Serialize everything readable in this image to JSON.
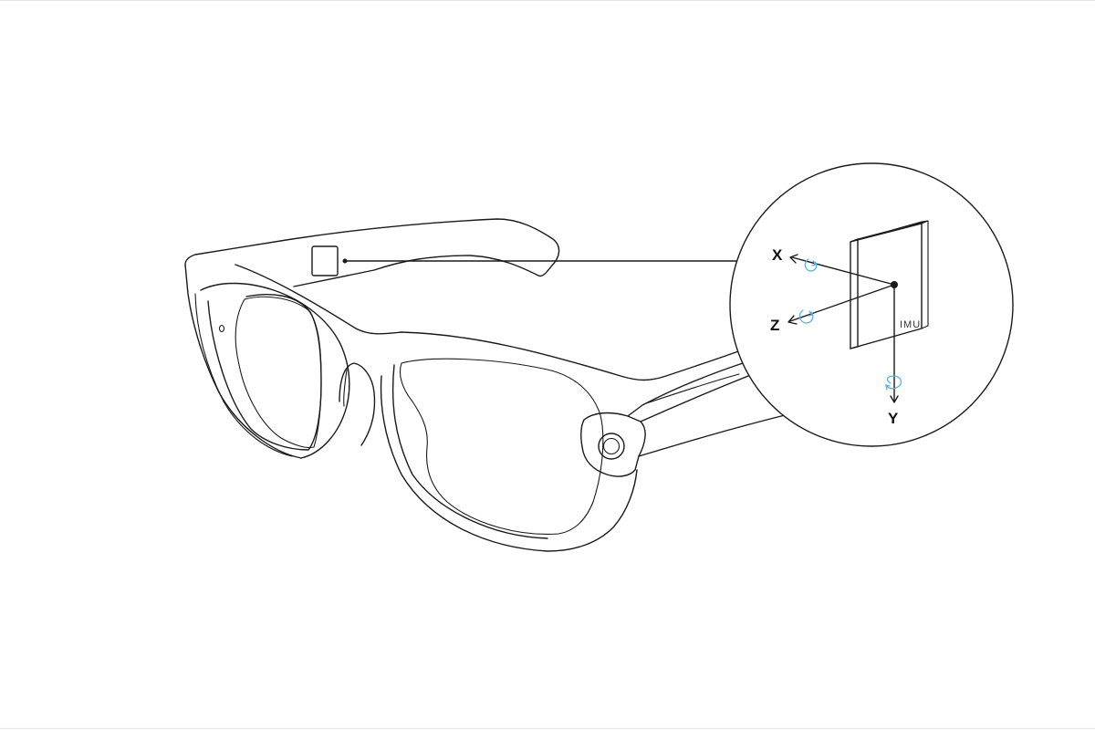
{
  "diagram": {
    "axes": {
      "x_label": "X",
      "y_label": "Y",
      "z_label": "Z"
    },
    "sensor_label": "IMU",
    "colors": {
      "ink": "#1a1a1a",
      "rotation_arrow": "#5aaee0",
      "background": "#ffffff"
    }
  }
}
